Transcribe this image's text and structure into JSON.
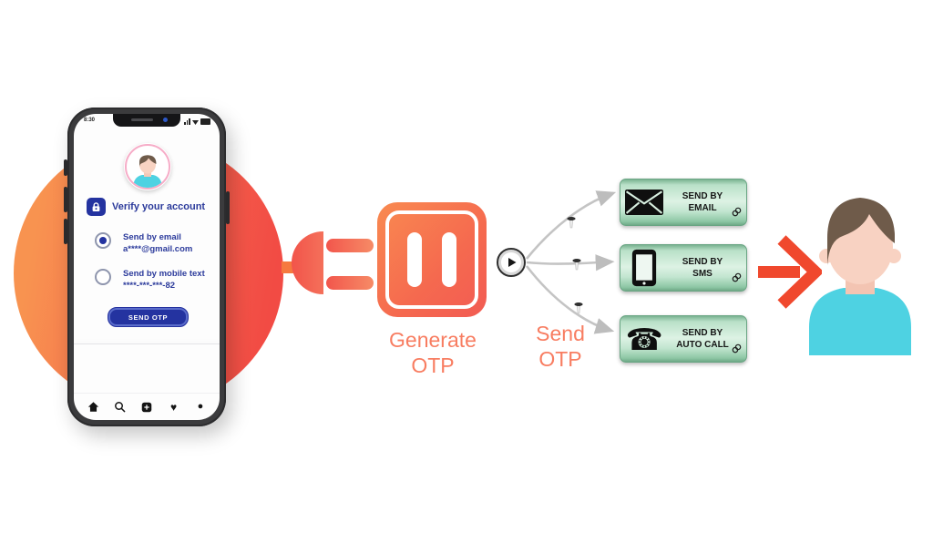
{
  "flow": {
    "generate_label": {
      "line1": "Generate",
      "line2": "OTP"
    },
    "send_label": {
      "line1": "Send",
      "line2": "OTP"
    }
  },
  "phone": {
    "status": {
      "time": "8:30"
    },
    "verify": {
      "title": "Verify your account"
    },
    "options": [
      {
        "label": "Send by email",
        "value": "a****@gmail.com",
        "selected": true
      },
      {
        "label": "Send by mobile text",
        "value": "****-***-***-82",
        "selected": false
      }
    ],
    "send_button_label": "SEND OTP"
  },
  "delivery": {
    "buttons": [
      {
        "line1": "SEND BY",
        "line2": "EMAIL",
        "icon": "envelope-icon"
      },
      {
        "line1": "SEND BY",
        "line2": "SMS",
        "icon": "smartphone-icon"
      },
      {
        "line1": "SEND BY",
        "line2": "AUTO CALL",
        "icon": "telephone-icon"
      }
    ]
  },
  "icons": {
    "telephone_glyph": "☎",
    "heart_glyph": "♥",
    "profile_glyph": "●"
  },
  "colors": {
    "accent_orange": "#F4583F",
    "accent_blue": "#2433A0",
    "green_button": "#9ccfb0",
    "label_coral": "#F87D61",
    "shirt_teal": "#4ED2E2"
  }
}
